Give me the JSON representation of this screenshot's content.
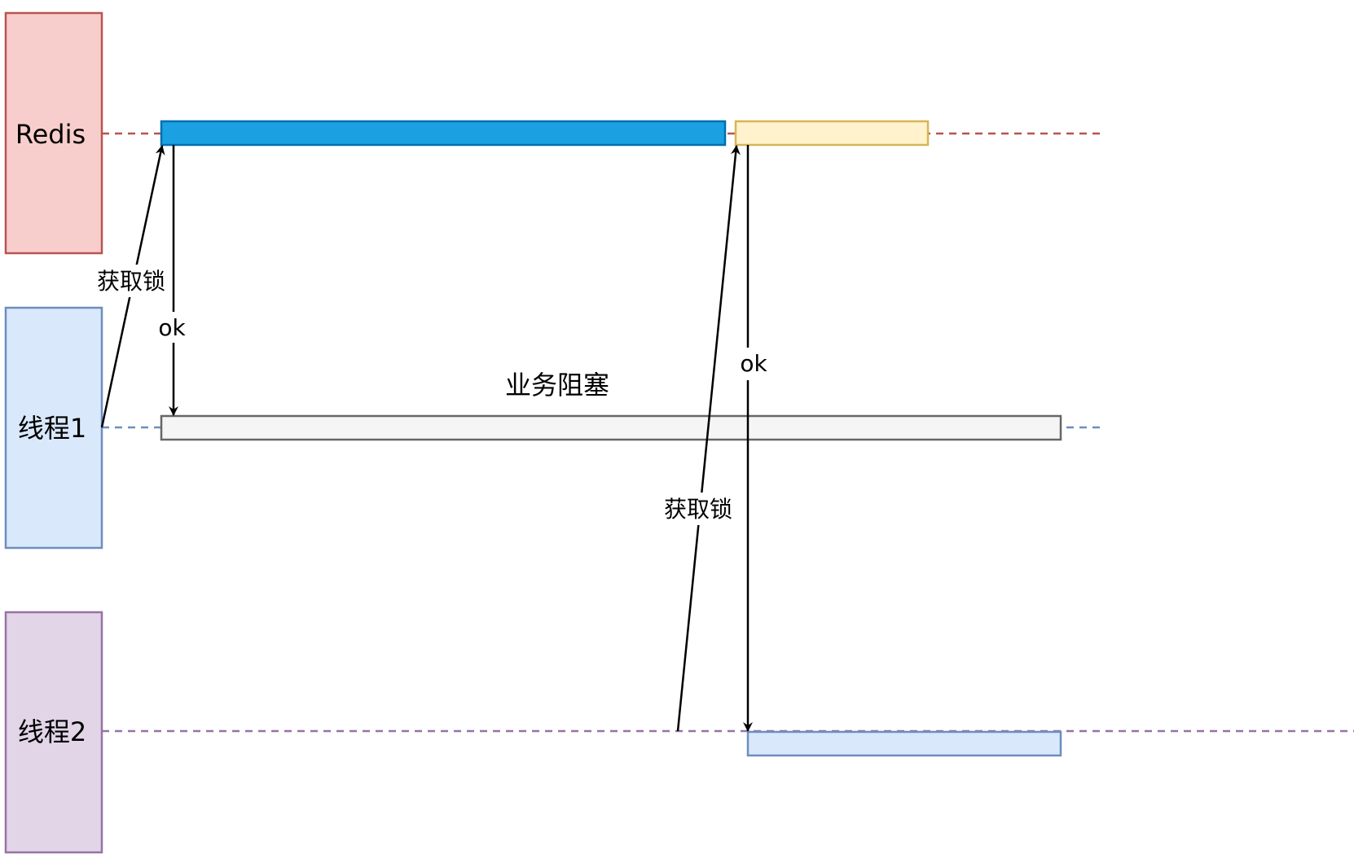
{
  "participants": {
    "redis": "Redis",
    "thread1": "线程1",
    "thread2": "线程2"
  },
  "labels": {
    "acquire_lock_1": "获取锁",
    "ok_1": "ok",
    "business_blocking": "业务阻塞",
    "ok_2": "ok",
    "acquire_lock_2": "获取锁"
  },
  "colors": {
    "redis_fill": "#f8cecc",
    "redis_stroke": "#b85450",
    "thread1_fill": "#dae8fc",
    "thread1_stroke": "#6c8ebf",
    "thread2_fill": "#e1d5e7",
    "thread2_stroke": "#9673a6",
    "lock_bar_fill": "#1ba1e2",
    "lock_bar_stroke": "#006eaf",
    "second_lock_bar_fill": "#fff2cc",
    "second_lock_bar_stroke": "#d6b656",
    "blocking_bar_fill": "#f5f5f5",
    "blocking_bar_stroke": "#666666",
    "thread2_bar_fill": "#dae8fc",
    "thread2_bar_stroke": "#6c8ebf"
  }
}
